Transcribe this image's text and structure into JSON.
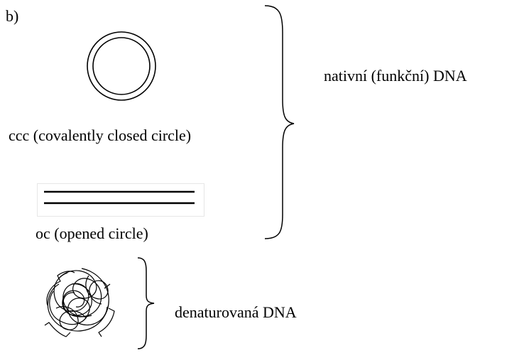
{
  "panel_label": "b)",
  "native": {
    "ccc_label": "ccc (covalently closed circle)",
    "oc_label": "oc (opened circle)",
    "group_label": "nativní (funkční) DNA"
  },
  "denatured": {
    "group_label": "denaturovaná DNA"
  },
  "colors": {
    "stroke": "#000000",
    "background": "#ffffff"
  }
}
